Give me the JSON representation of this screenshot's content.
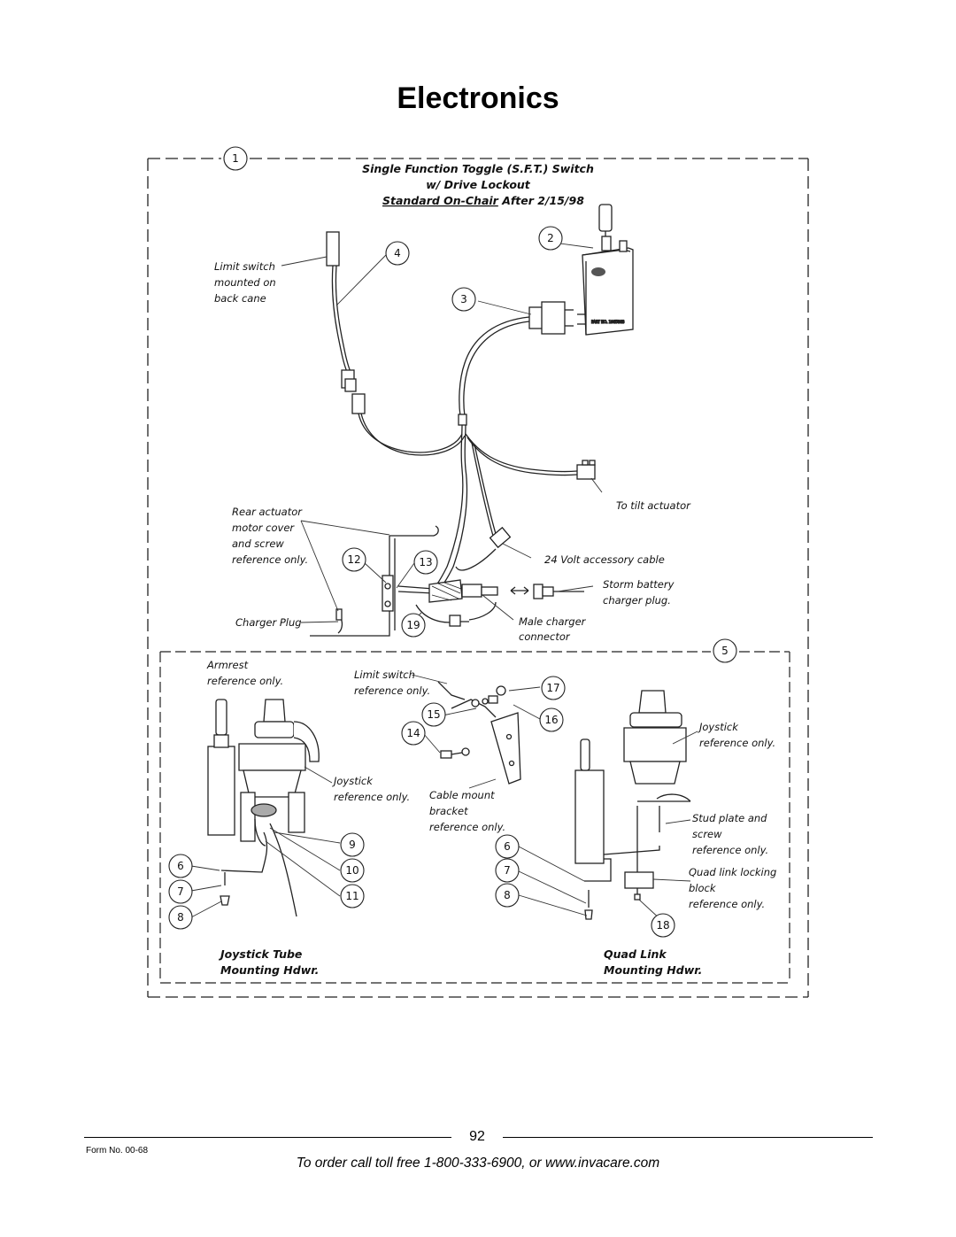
{
  "title": "Electronics",
  "figure": {
    "header_line1": "Single Function Toggle (S.F.T.) Switch",
    "header_line2": "w/ Drive Lockout",
    "header_line3_underlined": "Standard On-Chair",
    "header_line3_rest": " After 2/15/98",
    "box_part_label": "PART NO. 1085883",
    "labels": {
      "limit_switch": [
        "Limit switch",
        "mounted on",
        "back cane"
      ],
      "to_tilt_actuator": "To tilt actuator",
      "rear_actuator": [
        "Rear actuator",
        "motor cover",
        "and screw",
        "reference only."
      ],
      "volt_accessory": "24 Volt accessory cable",
      "storm_battery": [
        "Storm battery",
        "charger plug."
      ],
      "charger_plug": "Charger Plug",
      "male_charger": [
        "Male charger",
        "connector"
      ],
      "armrest": [
        "Armrest",
        "reference only."
      ],
      "limit_switch_ref": [
        "Limit switch",
        "reference only."
      ],
      "joystick_ref_left": [
        "Joystick",
        "reference only."
      ],
      "cable_mount": [
        "Cable mount",
        "bracket",
        "reference only."
      ],
      "joystick_ref_right": [
        "Joystick",
        "reference only."
      ],
      "stud_plate": [
        "Stud plate and",
        "screw",
        "reference only."
      ],
      "quad_link": [
        "Quad link locking",
        "block",
        "reference only."
      ],
      "joystick_tube": [
        "Joystick Tube",
        "Mounting Hdwr."
      ],
      "quad_link_hdwr": [
        "Quad Link",
        "Mounting Hdwr."
      ]
    },
    "callouts": [
      "1",
      "2",
      "3",
      "4",
      "5",
      "12",
      "13",
      "19",
      "17",
      "15",
      "16",
      "14",
      "9",
      "10",
      "11",
      "6",
      "7",
      "8",
      "6",
      "7",
      "8",
      "18"
    ]
  },
  "footer": {
    "page_number": "92",
    "form_number": "Form No.  00-68",
    "order_text": "To order call toll free 1-800-333-6900, or www.invacare.com"
  }
}
